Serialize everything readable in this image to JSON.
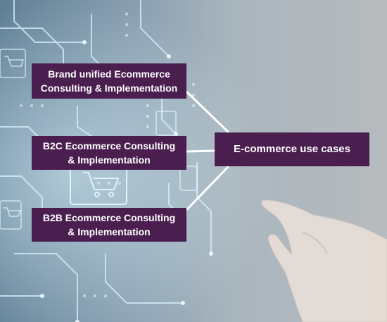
{
  "diagram": {
    "center": {
      "label": "E-commerce use cases"
    },
    "branches": [
      {
        "line1": "Brand unified  Ecommerce",
        "line2": "Consulting & Implementation"
      },
      {
        "line1": "B2C Ecommerce Consulting",
        "line2": "& Implementation"
      },
      {
        "line1": "B2B Ecommerce Consulting",
        "line2": "& Implementation"
      }
    ]
  },
  "colors": {
    "box_fill": "#4a1f4f",
    "box_text": "#ffffff",
    "connector": "#ffffff",
    "circuit_glow": "#cfefff"
  },
  "background": {
    "left_icon": "shopping-cart-icon",
    "right_icon": "pointing-hand-icon"
  }
}
